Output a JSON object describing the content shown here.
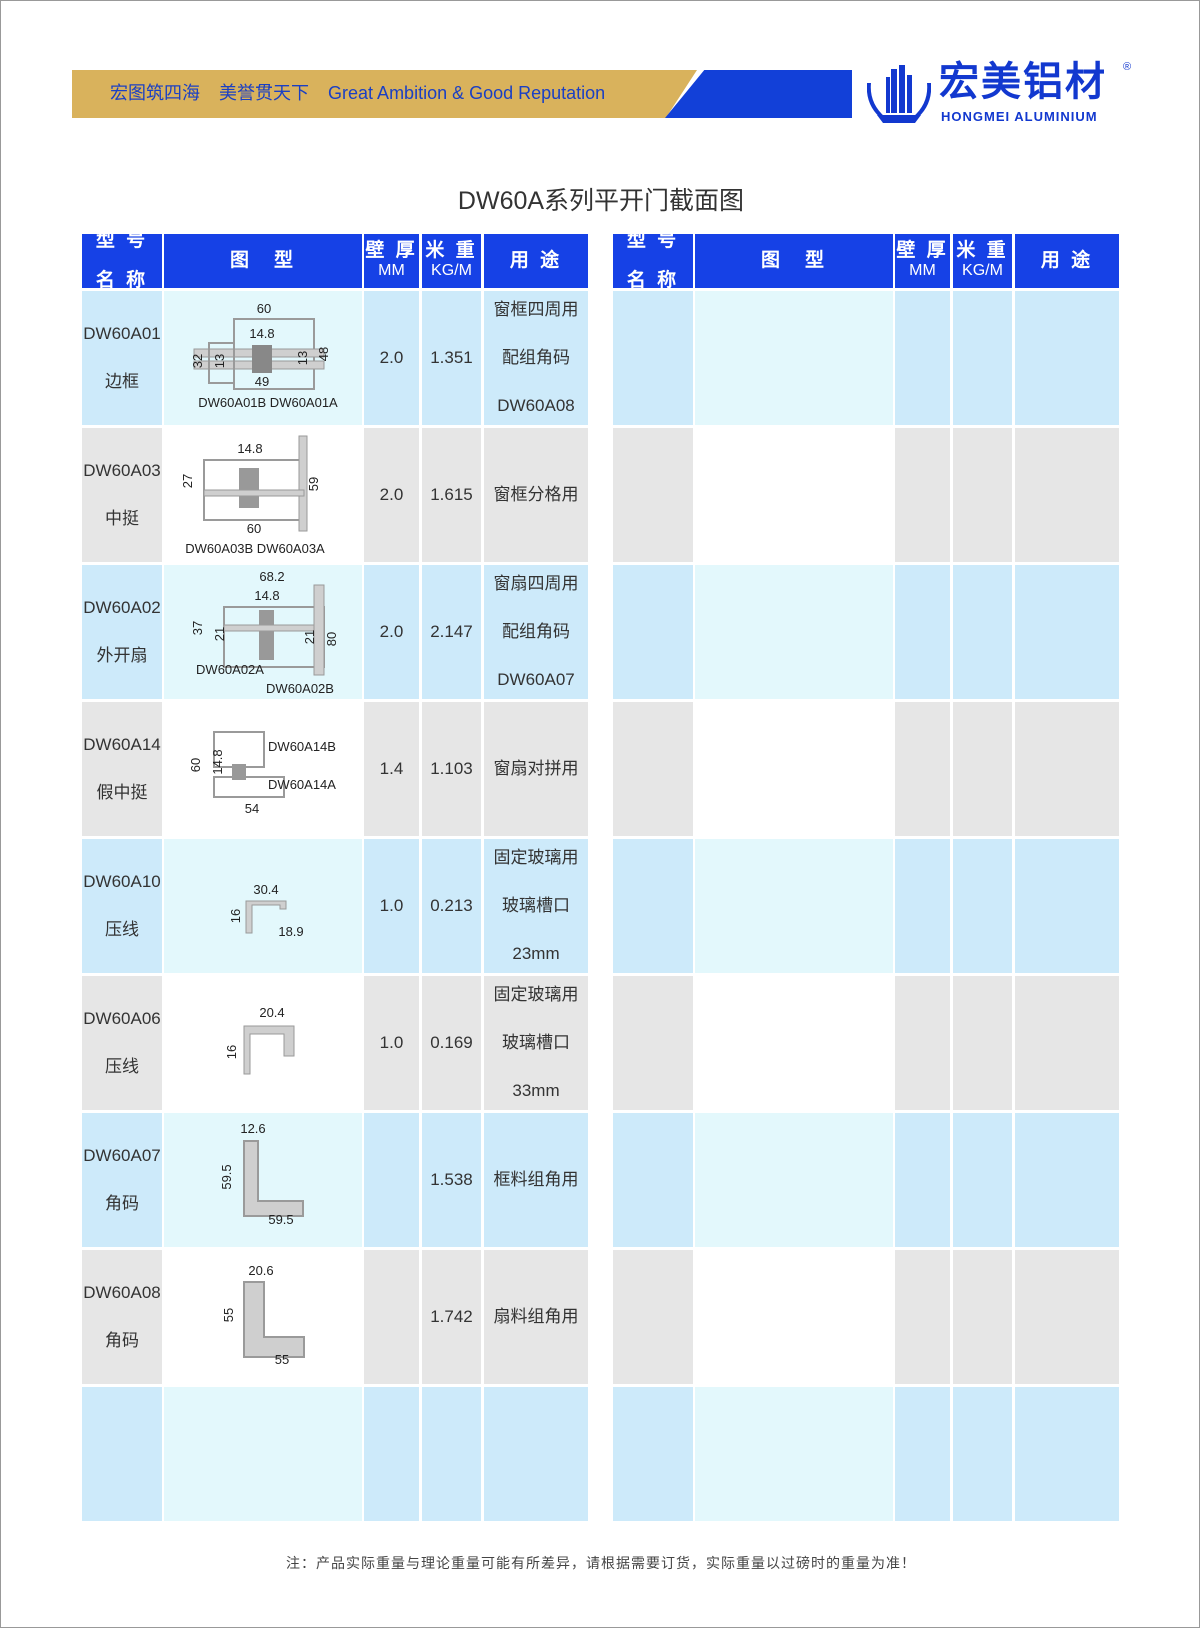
{
  "banner": {
    "slogan_cn_1": "宏图筑四海",
    "slogan_cn_2": "美誉贯天下",
    "slogan_en": "Great Ambition & Good Reputation"
  },
  "logo": {
    "name_cn": "宏美铝材",
    "name_en": "HONGMEI ALUMINIUM",
    "registered": "®"
  },
  "colors": {
    "header_blue": "#1641e6",
    "row_blue": "#cdeafa",
    "row_blue_image": "#e3f8fc",
    "row_grey": "#e6e6e6",
    "gold": "#d9b25c"
  },
  "page_title": "DW60A系列平开门截面图",
  "table_headers": {
    "model": [
      "型 号",
      "名 称"
    ],
    "figure": "图　型",
    "thickness": [
      "壁 厚",
      "MM"
    ],
    "weight": [
      "米 重",
      "KG/M"
    ],
    "usage": "用 途"
  },
  "rows": [
    {
      "code": "DW60A01",
      "name": "边框",
      "thickness": "2.0",
      "weight": "1.351",
      "usage": [
        "窗框四周用",
        "配组角码",
        "DW60A08"
      ],
      "dims": [
        "60",
        "14.8",
        "32",
        "13",
        "13",
        "48",
        "49",
        "DW60A01B  DW60A01A"
      ]
    },
    {
      "code": "DW60A03",
      "name": "中挺",
      "thickness": "2.0",
      "weight": "1.615",
      "usage": [
        "窗框分格用"
      ],
      "dims": [
        "14.8",
        "27",
        "59",
        "60",
        "DW60A03B  DW60A03A"
      ]
    },
    {
      "code": "DW60A02",
      "name": "外开扇",
      "thickness": "2.0",
      "weight": "2.147",
      "usage": [
        "窗扇四周用",
        "配组角码",
        "DW60A07"
      ],
      "dims": [
        "68.2",
        "14.8",
        "37",
        "21",
        "21",
        "80",
        "DW60A02A",
        "DW60A02B"
      ]
    },
    {
      "code": "DW60A14",
      "name": "假中挺",
      "thickness": "1.4",
      "weight": "1.103",
      "usage": [
        "窗扇对拼用"
      ],
      "dims": [
        "DW60A14B",
        "60",
        "14.8",
        "DW60A14A",
        "54"
      ]
    },
    {
      "code": "DW60A10",
      "name": "压线",
      "thickness": "1.0",
      "weight": "0.213",
      "usage": [
        "固定玻璃用",
        "玻璃槽口",
        "23mm"
      ],
      "dims": [
        "30.4",
        "16",
        "18.9"
      ]
    },
    {
      "code": "DW60A06",
      "name": "压线",
      "thickness": "1.0",
      "weight": "0.169",
      "usage": [
        "固定玻璃用",
        "玻璃槽口",
        "33mm"
      ],
      "dims": [
        "20.4",
        "16"
      ]
    },
    {
      "code": "DW60A07",
      "name": "角码",
      "thickness": "",
      "weight": "1.538",
      "usage": [
        "框料组角用"
      ],
      "dims": [
        "12.6",
        "59.5",
        "59.5"
      ]
    },
    {
      "code": "DW60A08",
      "name": "角码",
      "thickness": "",
      "weight": "1.742",
      "usage": [
        "扇料组角用"
      ],
      "dims": [
        "20.6",
        "55",
        "55"
      ]
    },
    {
      "code": "",
      "name": "",
      "thickness": "",
      "weight": "",
      "usage": [],
      "dims": []
    }
  ],
  "footer_note": "注：产品实际重量与理论重量可能有所差异，请根据需要订货，实际重量以过磅时的重量为准！"
}
